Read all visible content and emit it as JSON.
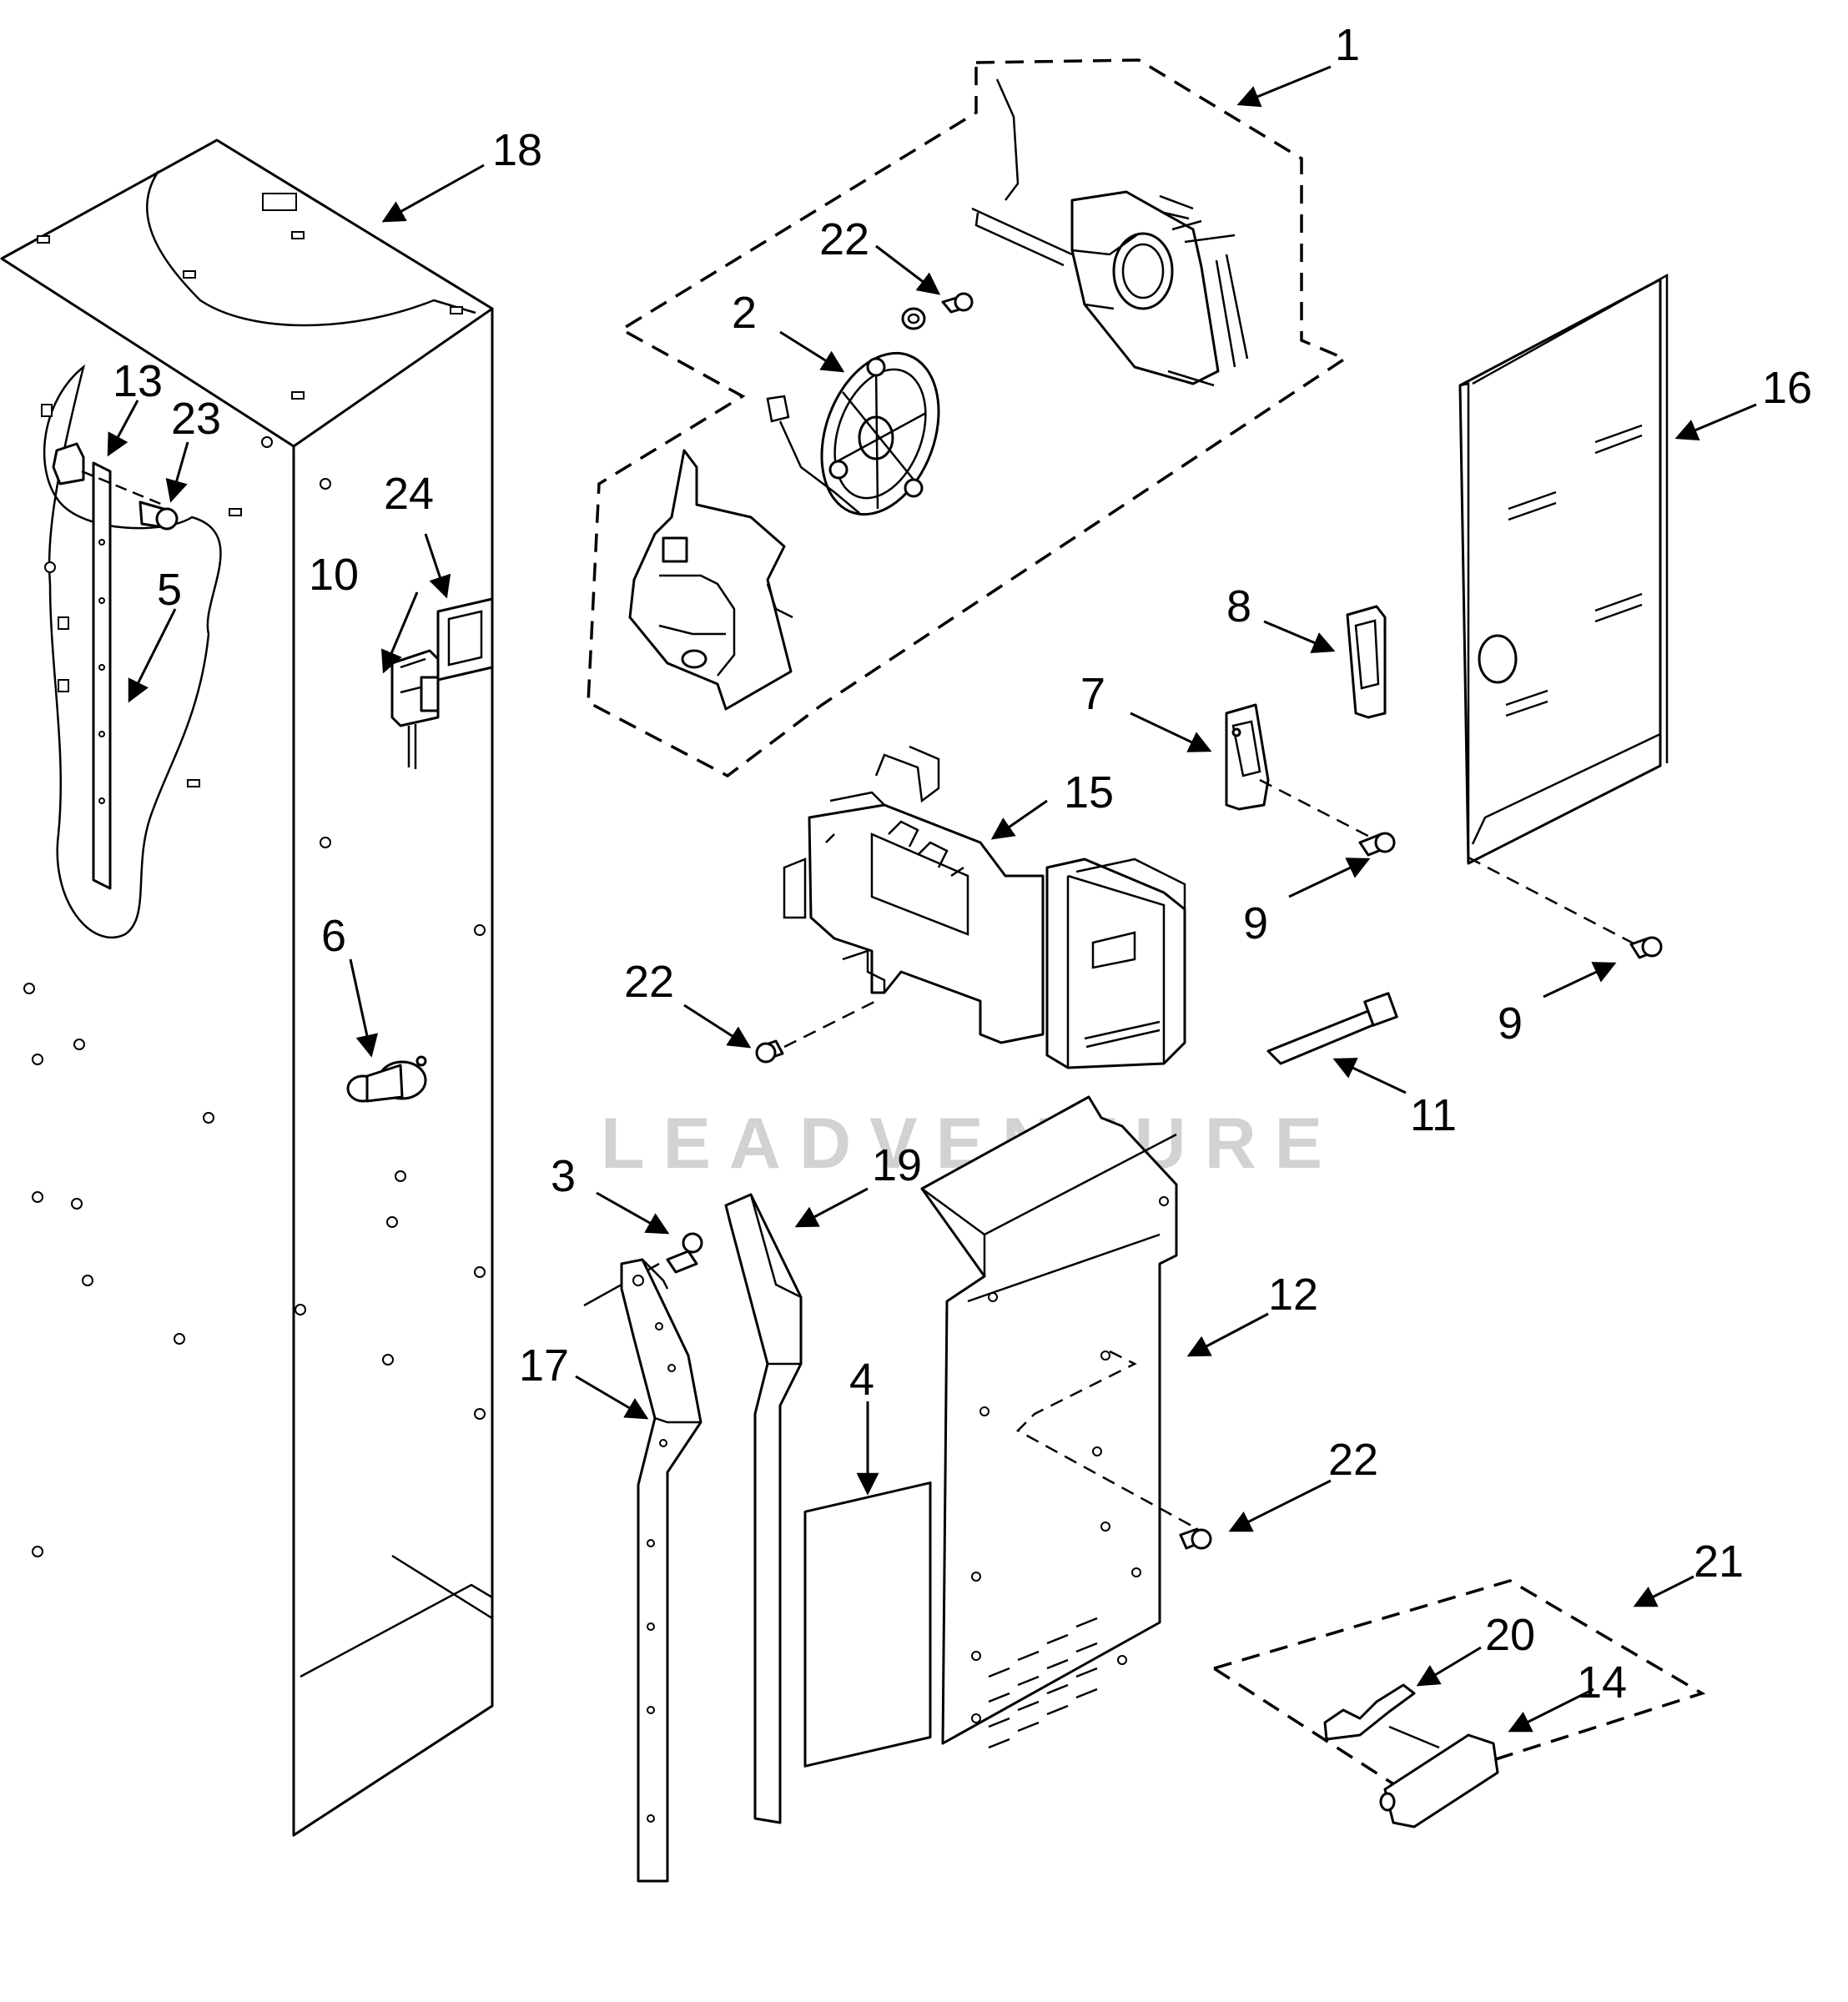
{
  "diagram": {
    "watermark": "LEADVENTURE",
    "callouts": [
      "1",
      "2",
      "3",
      "4",
      "5",
      "6",
      "7",
      "8",
      "9",
      "9",
      "10",
      "11",
      "12",
      "13",
      "14",
      "15",
      "16",
      "17",
      "18",
      "19",
      "20",
      "21",
      "22",
      "22",
      "22",
      "23",
      "24"
    ]
  }
}
